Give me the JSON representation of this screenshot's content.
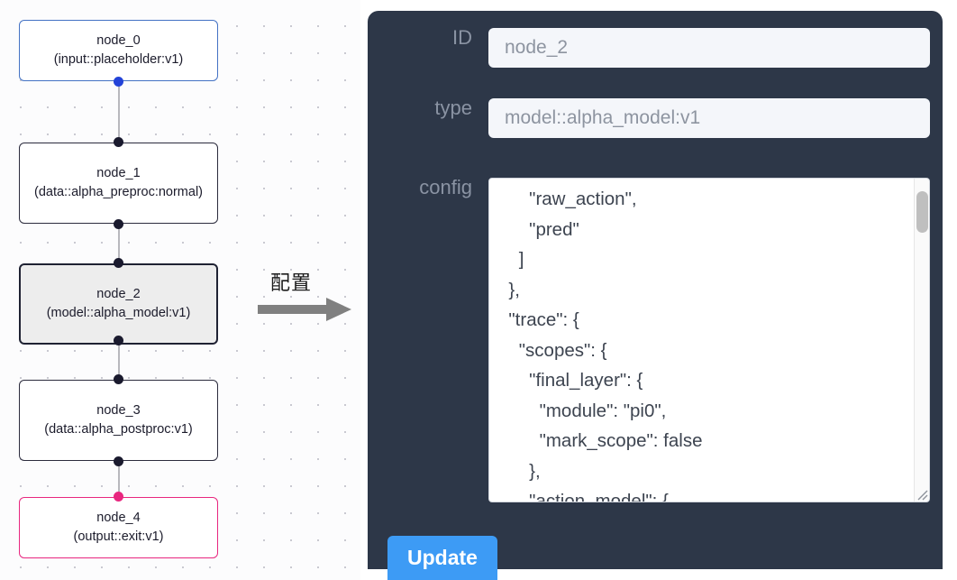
{
  "graph": {
    "nodes": [
      {
        "id": "node_0",
        "type": "(input::placeholder:v1)",
        "role": "input"
      },
      {
        "id": "node_1",
        "type": "(data::alpha_preproc:normal)",
        "role": "default"
      },
      {
        "id": "node_2",
        "type": "(model::alpha_model:v1)",
        "role": "selected"
      },
      {
        "id": "node_3",
        "type": "(data::alpha_postproc:v1)",
        "role": "default"
      },
      {
        "id": "node_4",
        "type": "(output::exit:v1)",
        "role": "output"
      }
    ],
    "colors": {
      "input_border": "#4472c4",
      "output_border": "#e8277f",
      "default_border": "#2b2b3d",
      "selected_fill": "#ededed",
      "handle_default": "#1a1a2e",
      "handle_input": "#2343d8",
      "handle_output": "#e8277f",
      "edge": "#b8b8bd",
      "canvas_bg": "#fcfcfd",
      "grid_dot": "#c9c9d1"
    }
  },
  "transition": {
    "label": "配置",
    "arrow_color": "#808080"
  },
  "panel": {
    "background": "#2d3748",
    "fields": [
      {
        "label": "ID",
        "value": "node_2"
      },
      {
        "label": "type",
        "value": "model::alpha_model:v1"
      }
    ],
    "config": {
      "label": "config",
      "value": "      \"raw_action\",\n      \"pred\"\n    ]\n  },\n  \"trace\": {\n    \"scopes\": {\n      \"final_layer\": {\n        \"module\": \"pi0\",\n        \"mark_scope\": false\n      },\n      \"action_model\": {",
      "scroll_position": "near-top"
    },
    "update_label": "Update",
    "update_color": "#3d9bf5"
  }
}
